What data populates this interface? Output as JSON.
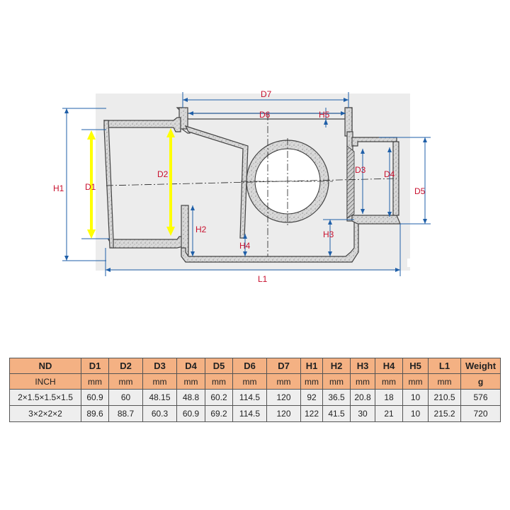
{
  "diagram": {
    "labels": {
      "D7": "D7",
      "D6": "D6",
      "H5": "H5",
      "H1": "H1",
      "D1": "D1",
      "D2": "D2",
      "D3": "D3",
      "D4": "D4",
      "D5": "D5",
      "H2": "H2",
      "H4": "H4",
      "H3": "H3",
      "L1": "L1"
    },
    "colors": {
      "dimension_line": "#1f5fa8",
      "label": "#c8102e",
      "highlight_arrow": "#ffff00",
      "header_fill": "#f4b183",
      "row_fill": "#eeeeee"
    }
  },
  "table": {
    "header_row1": [
      "ND",
      "D1",
      "D2",
      "D3",
      "D4",
      "D5",
      "D6",
      "D7",
      "H1",
      "H2",
      "H3",
      "H4",
      "H5",
      "L1",
      "Weight"
    ],
    "header_row2": [
      "INCH",
      "mm",
      "mm",
      "mm",
      "mm",
      "mm",
      "mm",
      "mm",
      "mm",
      "mm",
      "mm",
      "mm",
      "mm",
      "mm",
      "g"
    ],
    "rows": [
      [
        "2×1.5×1.5×1.5",
        "60.9",
        "60",
        "48.15",
        "48.8",
        "60.2",
        "114.5",
        "120",
        "92",
        "36.5",
        "20.8",
        "18",
        "10",
        "210.5",
        "576"
      ],
      [
        "3×2×2×2",
        "89.6",
        "88.7",
        "60.3",
        "60.9",
        "69.2",
        "114.5",
        "120",
        "122",
        "41.5",
        "30",
        "21",
        "10",
        "215.2",
        "720"
      ]
    ]
  }
}
